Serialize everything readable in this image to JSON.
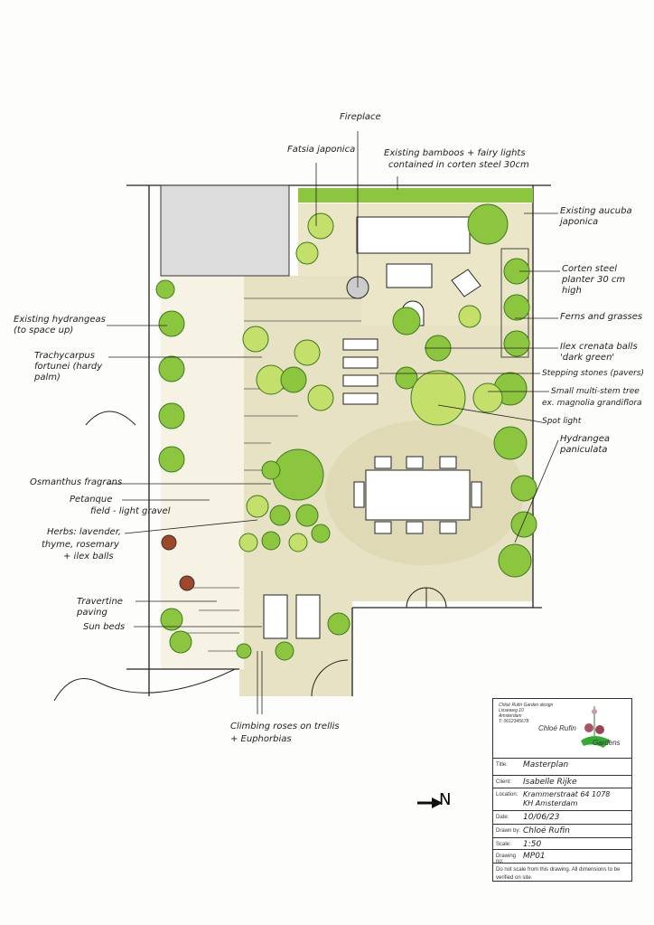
{
  "drawing": {
    "labels": {
      "fireplace": "Fireplace",
      "fatsia": "Fatsia japonica",
      "bamboos_1": "Existing bamboos + fairy lights",
      "bamboos_2": "contained in corten steel 30cm",
      "aucuba": "Existing aucuba japonica",
      "corten": "Corten steel planter 30 cm high",
      "ferns": "Ferns and grasses",
      "ilex": "Ilex crenata balls 'dark green'",
      "stepping": "Stepping stones (pavers)",
      "tree_1": "Small multi-stem tree",
      "tree_2": "ex. magnolia grandiflora",
      "spotlight": "Spot light",
      "hydrangea_pan": "Hydrangea paniculata",
      "hydrangeas_existing": "Existing hydrangeas (to space up)",
      "trachycarpus": "Trachycarpus fortunei (hardy palm)",
      "osmanthus": "Osmanthus fragrans",
      "petanque_1": "Petanque",
      "petanque_2": "field - light gravel",
      "herbs_1": "Herbs: lavender,",
      "herbs_2": "thyme, rosemary",
      "herbs_3": "+ ilex balls",
      "travertine": "Travertine paving",
      "sunbeds": "Sun beds",
      "roses_1": "Climbing roses on trellis",
      "roses_2": "+ Euphorbias"
    },
    "north": "N",
    "colors": {
      "plant": "#8cc63f",
      "plant_light": "#c5e06a",
      "paving": "#e8e2c4",
      "gravel": "#d9d3ad",
      "pot": "#a0472a"
    }
  },
  "title_block": {
    "address": [
      "Chloé Rufin Garden design",
      "Lisseweg 10",
      "Amsterdam",
      "T: 0612345678"
    ],
    "logo_1": "Chloé Rufin",
    "logo_2": "Gardens",
    "rows": [
      {
        "key": "Title:",
        "value": "Masterplan"
      },
      {
        "key": "Client:",
        "value": "Isabelle Rijke"
      },
      {
        "key": "Location:",
        "value": "Krammerstraat 64 1078 KH Amsterdam"
      },
      {
        "key": "Date:",
        "value": "10/06/23"
      },
      {
        "key": "Drawn by:",
        "value": "Chloé Rufin"
      },
      {
        "key": "Scale:",
        "value": "1:50"
      },
      {
        "key": "Drawing no:",
        "value": "MP01"
      }
    ],
    "note": "Do not scale from this drawing. All dimensions to be verified on site."
  }
}
